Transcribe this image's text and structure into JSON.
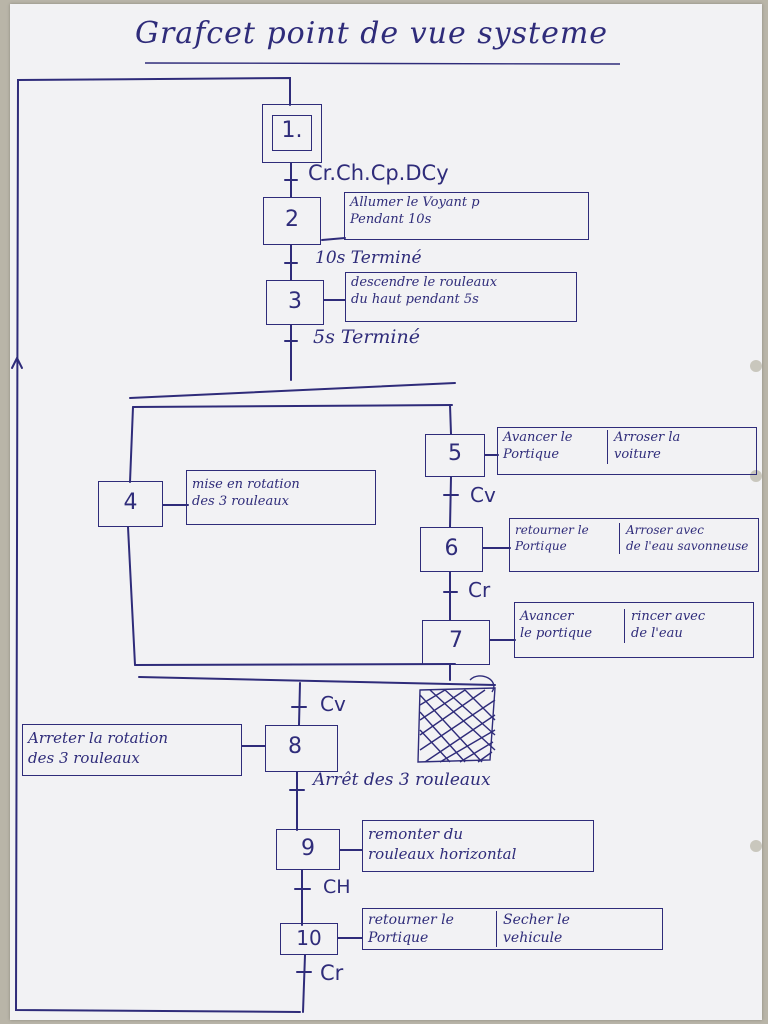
{
  "title": "Grafcet point de vue systeme",
  "steps": [
    {
      "id": "1",
      "label": "1.",
      "initial": true
    },
    {
      "id": "2",
      "label": "2",
      "actions": [
        "Allumer le Voyant p",
        "Pendant 10s"
      ]
    },
    {
      "id": "3",
      "label": "3",
      "actions": [
        "descendre le rouleaux",
        "du haut pendant 5s"
      ]
    },
    {
      "id": "4",
      "label": "4",
      "actions": [
        "mise en rotation",
        "des 3 rouleaux"
      ]
    },
    {
      "id": "5",
      "label": "5",
      "actions_a": [
        "Avancer le",
        "Portique"
      ],
      "actions_b": [
        "Arroser la",
        "voiture"
      ]
    },
    {
      "id": "6",
      "label": "6",
      "actions_a": [
        "retourner le",
        "Portique"
      ],
      "actions_b": [
        "Arroser avec",
        "de l'eau savonneuse"
      ]
    },
    {
      "id": "7",
      "label": "7",
      "actions_a": [
        "Avancer",
        "le portique"
      ],
      "actions_b": [
        "rincer avec",
        "de l'eau"
      ]
    },
    {
      "id": "8",
      "label": "8",
      "actions": [
        "Arreter la rotation",
        "des 3 rouleaux"
      ]
    },
    {
      "id": "9",
      "label": "9",
      "actions": [
        "remonter du",
        "rouleaux horizontal"
      ]
    },
    {
      "id": "10",
      "label": "10",
      "actions_a": [
        "retourner le",
        "Portique"
      ],
      "actions_b": [
        "Secher le",
        "vehicule"
      ]
    }
  ],
  "transitions": {
    "t1": "Cr.Ch.Cp.DCy",
    "t2": "10s Terminé",
    "t3": "5s Terminé",
    "t5": "Cv",
    "t6": "Cr",
    "t7": "Cv",
    "t8": "Arrêt des 3 rouleaux",
    "t9": "CH",
    "t10": "Cr"
  },
  "colors": {
    "ink": "#2f2c7a",
    "paper": "#f2f2f4",
    "background": "#b9b5a8"
  }
}
